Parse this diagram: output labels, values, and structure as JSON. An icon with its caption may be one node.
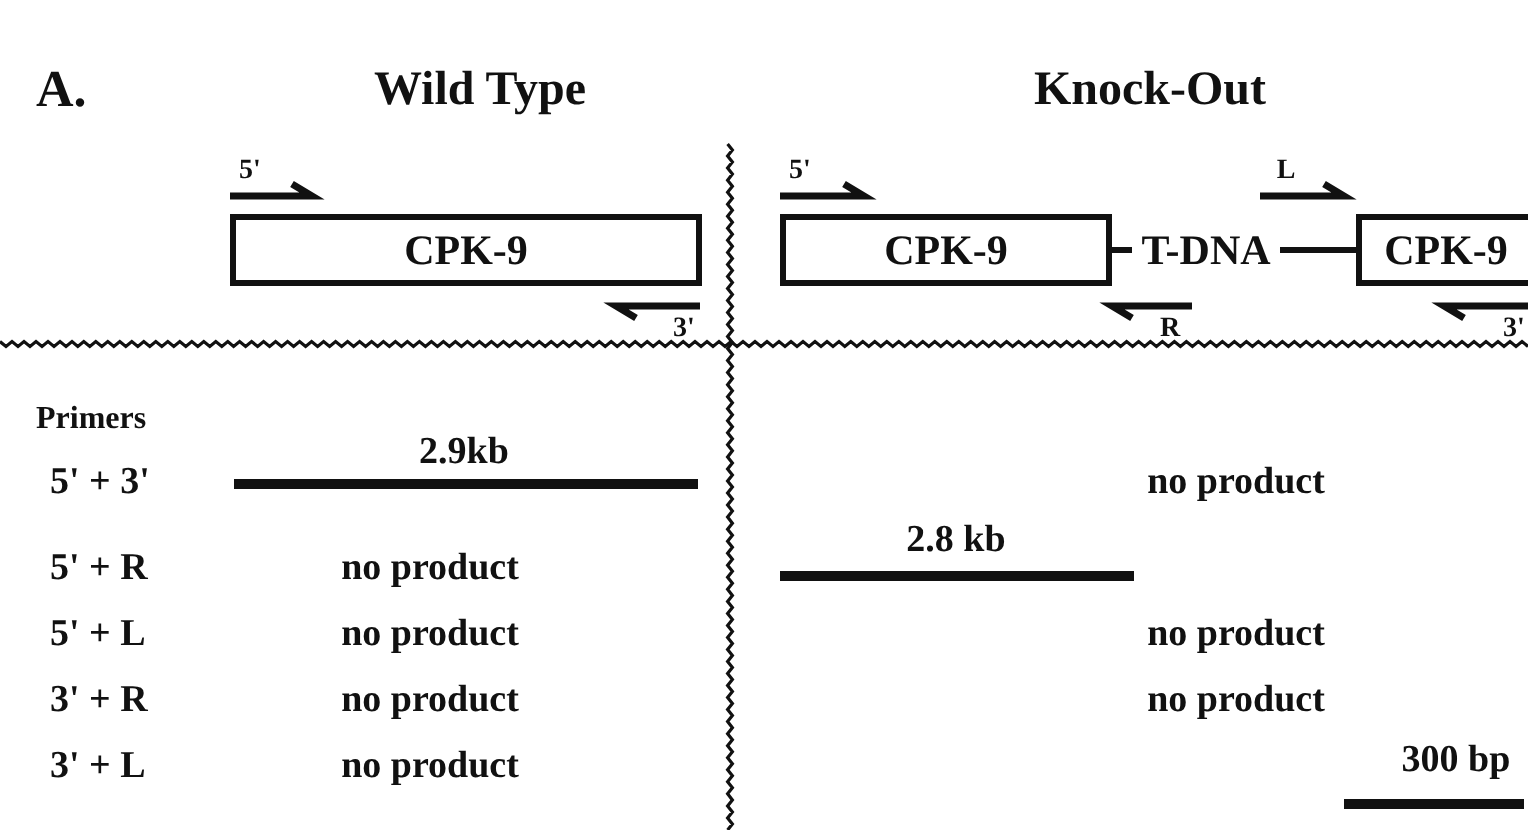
{
  "diagram": {
    "nodes": [
      {
        "text": [
          "CPK-9"
        ]
      },
      {
        "text": [
          "CPK-9"
        ]
      },
      {
        "text": [
          "T-DNA"
        ]
      },
      {
        "text": [
          "CPK-9"
        ]
      }
    ],
    "edges": [
      {
        "from": 1,
        "to": 2,
        "arrow": "none"
      },
      {
        "from": 2,
        "to": 3,
        "arrow": "none"
      }
    ],
    "labels": [
      "A.",
      "Wild Type",
      "Knock-Out",
      "5'",
      "5'",
      "L",
      "3'",
      "R",
      "3'",
      "Primers",
      "5' + 3'",
      "2.9kb",
      "no product",
      "2.8 kb",
      "5' + R",
      "no product",
      "5' + L",
      "no product",
      "no product",
      "3' + R",
      "no product",
      "no product",
      "3' + L",
      "no product",
      "300 bp"
    ]
  }
}
